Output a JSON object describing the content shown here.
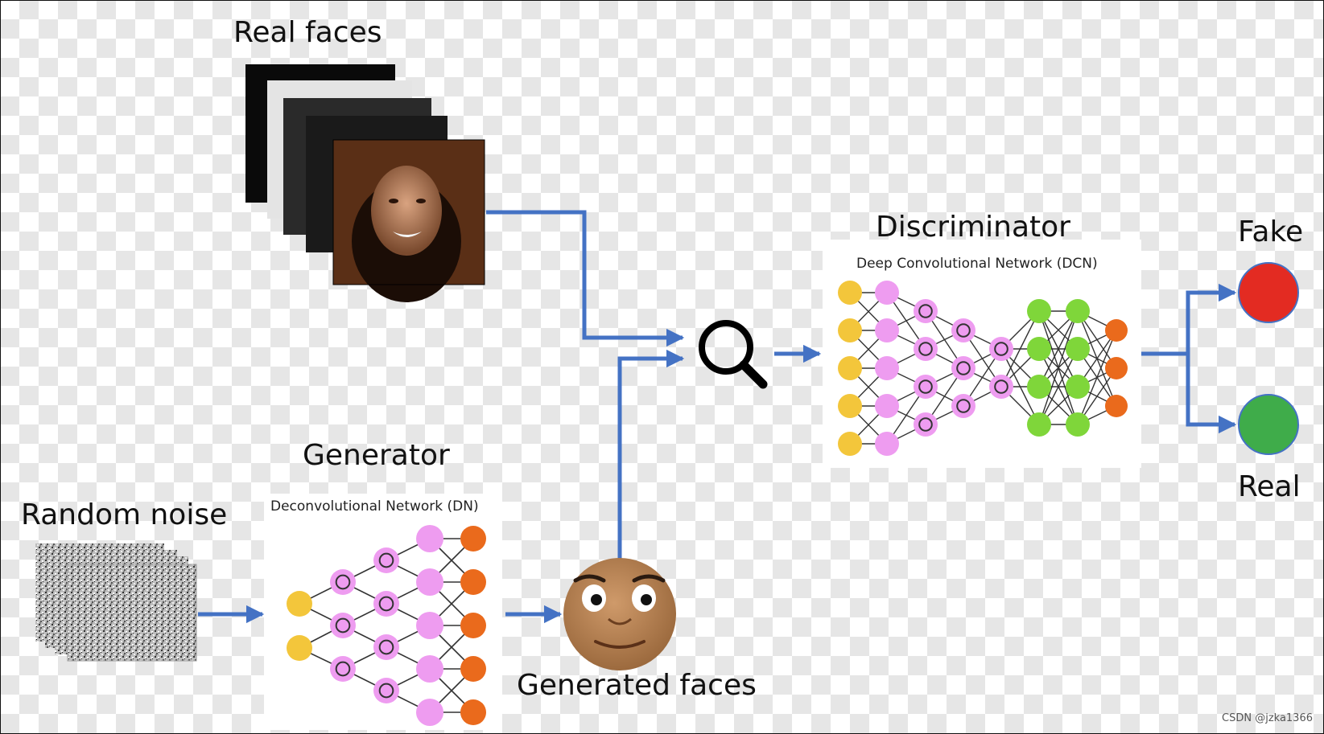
{
  "labels": {
    "real_faces": "Real faces",
    "random_noise": "Random noise",
    "generator": "Generator",
    "generator_sub": "Deconvolutional Network (DN)",
    "generated_faces": "Generated faces",
    "discriminator": "Discriminator",
    "discriminator_sub": "Deep Convolutional Network (DCN)",
    "fake": "Fake",
    "real": "Real"
  },
  "watermark": "CSDN @jzka1366",
  "colors": {
    "arrow": "#4472c4",
    "input_node": "#f3c63b",
    "hidden_node": "#ee9cf0",
    "conv_node": "#7fd63a",
    "output_node": "#ea6a1c",
    "fake_output": "#e32b22",
    "real_output": "#3fac4a"
  },
  "icons": {
    "inspect": "magnifier-icon",
    "generated_face": "cartoon-face-icon",
    "real_faces": "face-photo-stack",
    "noise": "noise-image-stack"
  }
}
